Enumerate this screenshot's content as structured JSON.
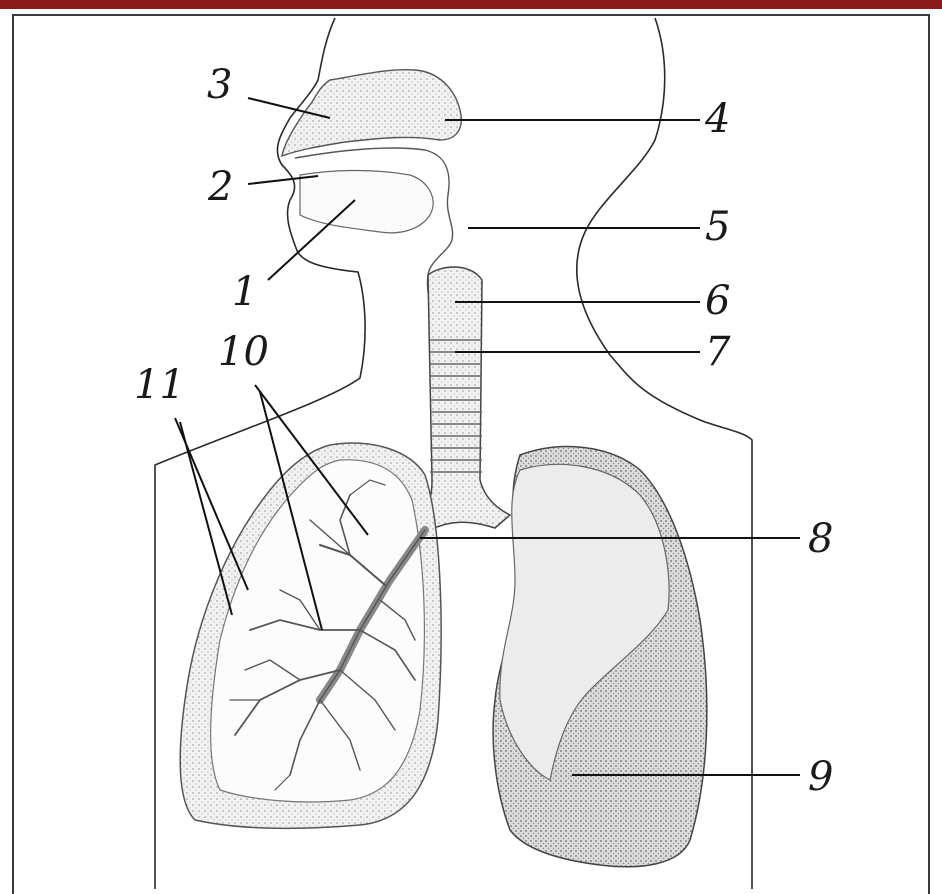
{
  "colors": {
    "top_bar": "#8b1a1a",
    "stroke": "#2a2a2a"
  },
  "labels": [
    "1",
    "2",
    "3",
    "4",
    "5",
    "6",
    "7",
    "8",
    "9",
    "10",
    "11"
  ]
}
